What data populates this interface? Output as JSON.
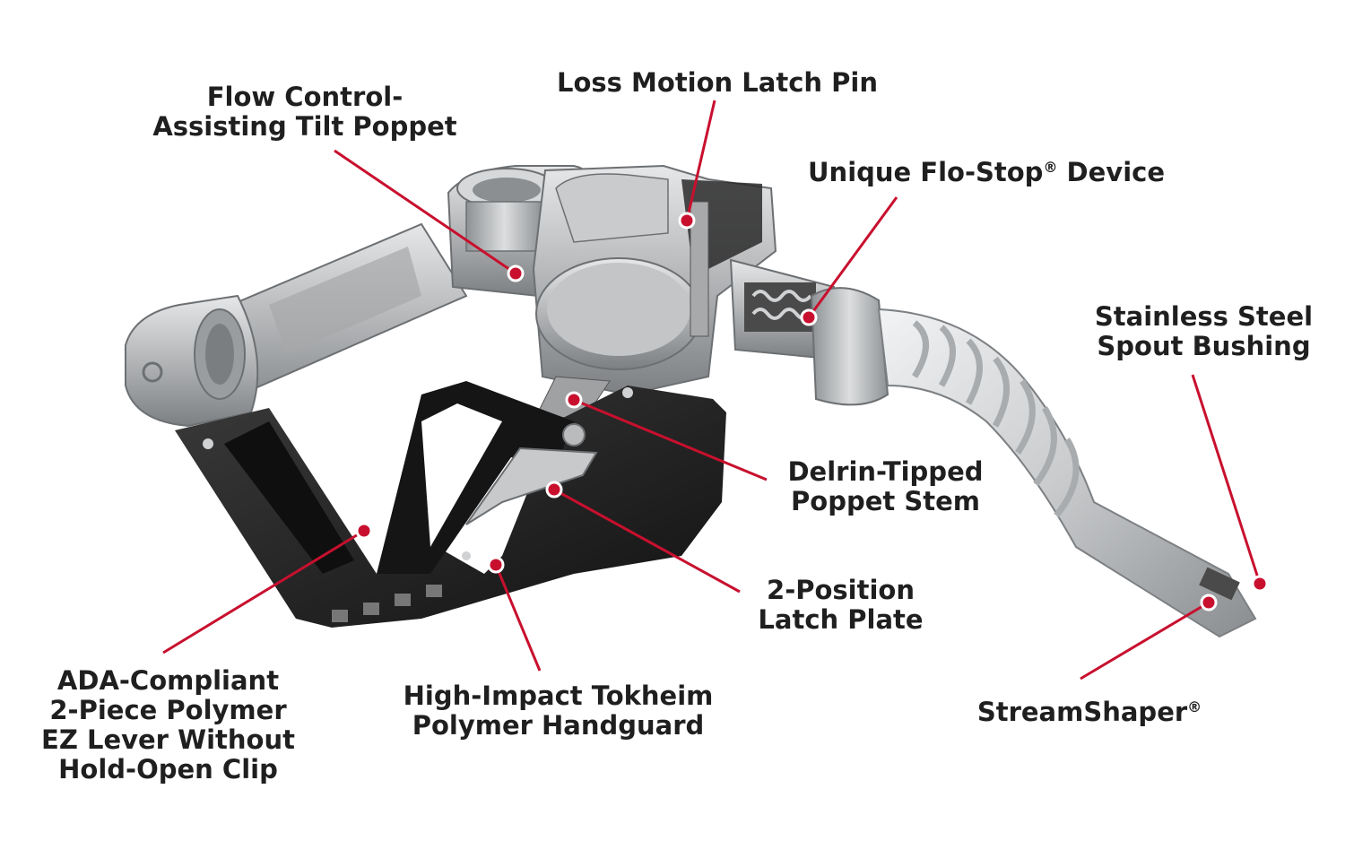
{
  "colors": {
    "accent": "#c8102e",
    "text": "#1f1f1f",
    "metal": "#b9bbbd",
    "polymer": "#1e1e1e"
  },
  "labels": {
    "flow_control": [
      "Flow Control-",
      "Assisting Tilt Poppet"
    ],
    "loss_motion": [
      "Loss Motion Latch Pin"
    ],
    "flo_stop": {
      "before": "Unique Flo-Stop",
      "mark": "®",
      "after": " Device"
    },
    "stainless": [
      "Stainless Steel",
      "Spout Bushing"
    ],
    "delrin": [
      "Delrin-Tipped",
      "Poppet Stem"
    ],
    "latch_plate": [
      "2-Position",
      "Latch Plate"
    ],
    "streamshaper": {
      "before": "StreamShaper",
      "mark": "®"
    },
    "handguard": [
      "High-Impact Tokheim",
      "Polymer Handguard"
    ],
    "ada": [
      "ADA-Compliant",
      "2-Piece Polymer",
      "EZ Lever Without",
      "Hold-Open Clip"
    ]
  }
}
